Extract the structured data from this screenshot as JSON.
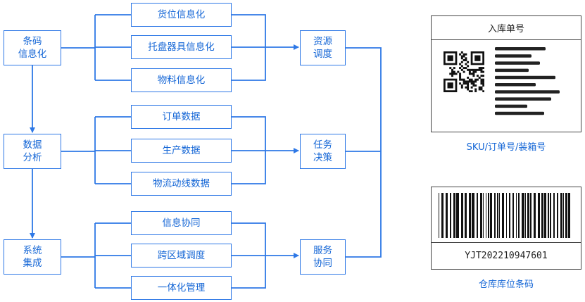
{
  "colors": {
    "accent": "#1466d6",
    "line": "#2e78e6",
    "card_border": "#444444"
  },
  "left_column": [
    {
      "name": "barcode-info-box",
      "label": "条码\n信息化"
    },
    {
      "name": "data-analysis-box",
      "label": "数据\n分析"
    },
    {
      "name": "system-integration-box",
      "label": "系统\n集成"
    }
  ],
  "middle_groups": [
    [
      "货位信息化",
      "托盘器具信息化",
      "物料信息化"
    ],
    [
      "订单数据",
      "生产数据",
      "物流动线数据"
    ],
    [
      "信息协同",
      "跨区域调度",
      "一体化管理"
    ]
  ],
  "right_column": [
    {
      "name": "resource-scheduling-box",
      "label": "资源\n调度"
    },
    {
      "name": "task-decision-box",
      "label": "任务\n决策"
    },
    {
      "name": "service-collaboration-box",
      "label": "服务\n协同"
    }
  ],
  "inbound_label": {
    "title": "入库单号",
    "caption": "SKU/订单号/装箱号",
    "icons": [
      "qr-code-icon"
    ]
  },
  "location_label": {
    "number": "YJT202210947601",
    "caption": "仓库库位条码",
    "icons": [
      "barcode-icon"
    ]
  }
}
